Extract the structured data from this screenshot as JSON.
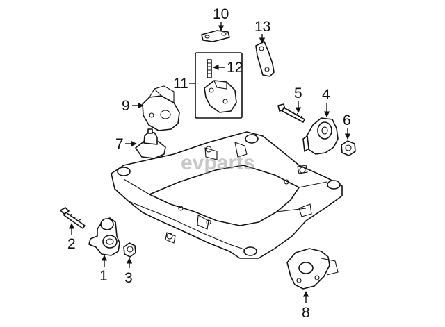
{
  "watermark": "evparts",
  "callouts": {
    "c1": "1",
    "c2": "2",
    "c3": "3",
    "c4": "4",
    "c5": "5",
    "c6": "6",
    "c7": "7",
    "c8": "8",
    "c9": "9",
    "c10": "10",
    "c11": "11",
    "c12": "12",
    "c13": "13"
  }
}
